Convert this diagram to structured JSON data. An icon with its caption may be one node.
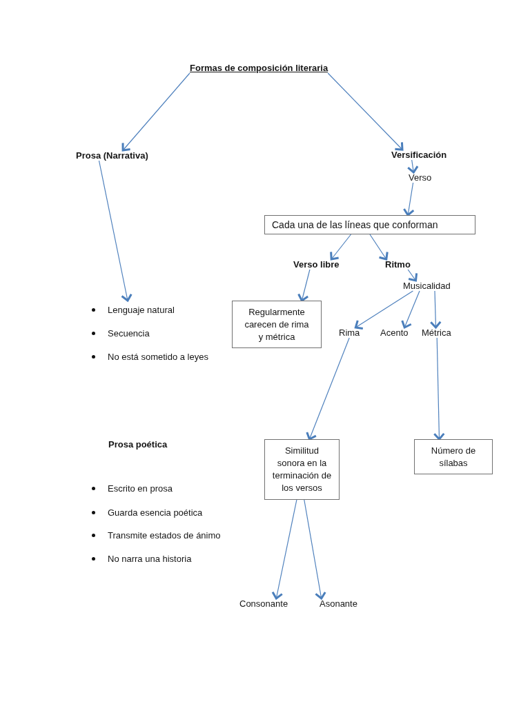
{
  "diagram": {
    "nodes": [
      {
        "text": [
          "Formas de composición literaria"
        ]
      },
      {
        "text": [
          "Prosa (Narrativa)"
        ]
      },
      {
        "text": [
          "Versificación"
        ]
      },
      {
        "text": [
          "Verso"
        ]
      },
      {
        "text": [
          "Cada una de las líneas que conforman"
        ]
      },
      {
        "text": [
          "Verso libre"
        ]
      },
      {
        "text": [
          "Ritmo"
        ]
      },
      {
        "text": [
          "Musicalidad"
        ]
      },
      {
        "text": [
          "Lenguaje natural",
          "Secuencia",
          "No está sometido a leyes"
        ]
      },
      {
        "text": [
          "Regularmente carecen de rima y métrica"
        ]
      },
      {
        "text": [
          "Rima"
        ]
      },
      {
        "text": [
          "Acento"
        ]
      },
      {
        "text": [
          "Métrica"
        ]
      },
      {
        "text": [
          "Similitud sonora en la terminación de los versos"
        ]
      },
      {
        "text": [
          "Número de sílabas"
        ]
      },
      {
        "text": [
          "Consonante"
        ]
      },
      {
        "text": [
          "Asonante"
        ]
      }
    ],
    "edges": [
      {
        "from": 0,
        "to": 1,
        "arrow": "to"
      },
      {
        "from": 0,
        "to": 2,
        "arrow": "to"
      },
      {
        "from": 2,
        "to": 3,
        "arrow": "to"
      },
      {
        "from": 3,
        "to": 4,
        "arrow": "to"
      },
      {
        "from": 4,
        "to": 5,
        "arrow": "to"
      },
      {
        "from": 4,
        "to": 6,
        "arrow": "to"
      },
      {
        "from": 6,
        "to": 7,
        "arrow": "to"
      },
      {
        "from": 5,
        "to": 9,
        "arrow": "to"
      },
      {
        "from": 7,
        "to": 10,
        "arrow": "to"
      },
      {
        "from": 7,
        "to": 11,
        "arrow": "to"
      },
      {
        "from": 7,
        "to": 12,
        "arrow": "to"
      },
      {
        "from": 1,
        "to": 8,
        "arrow": "to"
      },
      {
        "from": 10,
        "to": 13,
        "arrow": "to"
      },
      {
        "from": 12,
        "to": 14,
        "arrow": "to"
      },
      {
        "from": 13,
        "to": 15,
        "arrow": "to"
      },
      {
        "from": 13,
        "to": 16,
        "arrow": "to"
      }
    ],
    "labels": [
      "Prosa poética",
      "Escrito en prosa",
      "Guarda esencia poética",
      "Transmite estados de ánimo",
      "No narra una historia"
    ]
  }
}
